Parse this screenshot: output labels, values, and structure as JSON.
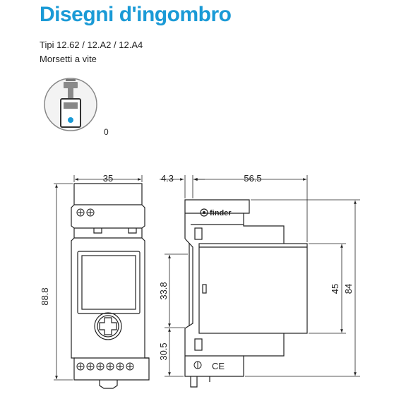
{
  "header": {
    "title": "Disegni d'ingombro",
    "types": "Tipi 12.62 / 12.A2 / 12.A4",
    "terminals": "Morsetti a vite",
    "terminal_code": "0"
  },
  "dimensions": {
    "front_width": "35",
    "front_height": "88.8",
    "side_offset": "4.3",
    "side_depth": "56.5",
    "upper_rail": "33.8",
    "lower_rail": "30.5",
    "body_height": "45",
    "total_height": "84"
  },
  "brand": "finder",
  "mark": "CE",
  "colors": {
    "accent": "#1a9ad6",
    "line": "#222222"
  }
}
